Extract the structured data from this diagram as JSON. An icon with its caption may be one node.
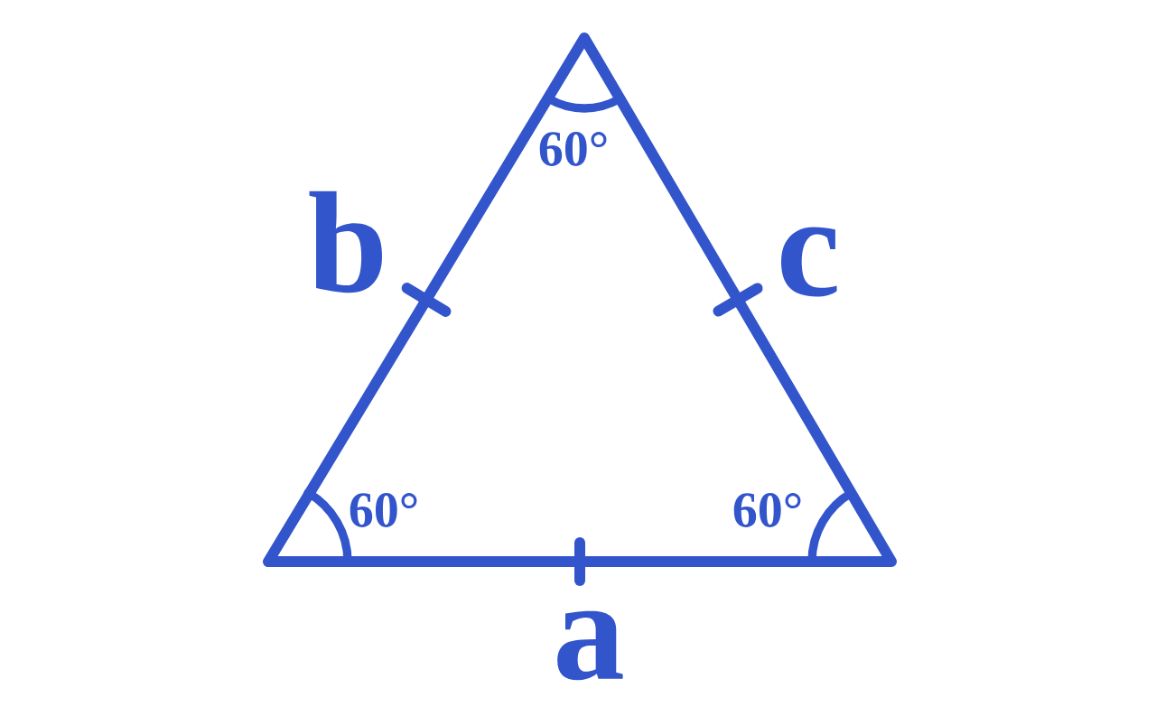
{
  "diagram": {
    "labels": [
      "60°",
      "b",
      "c",
      "60°",
      "60°",
      "a"
    ]
  }
}
